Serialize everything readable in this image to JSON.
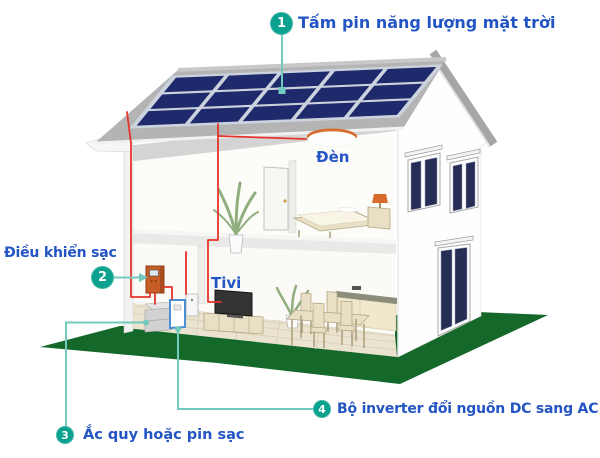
{
  "callouts": [
    {
      "number": "1",
      "label": "Tấm pin năng lượng mặt trời"
    },
    {
      "number": "2",
      "label": "Điều khiển sạc"
    },
    {
      "number": "3",
      "label": "Ắc quy hoặc pin sạc"
    },
    {
      "number": "4",
      "label": "Bộ inverter đổi nguồn DC sang AC"
    }
  ],
  "annotations": {
    "lamp": "Đèn",
    "tv": "Tivi"
  },
  "colors": {
    "badge_teal": "#0aa18e",
    "connector_teal": "#74c9bd",
    "label_blue": "#2355c4",
    "wire_red": "#e5342a",
    "lawn_green": "#14682a",
    "panel_navy": "#1e2a6b",
    "window_navy": "#262e55",
    "accent_orange": "#d96b2c"
  }
}
